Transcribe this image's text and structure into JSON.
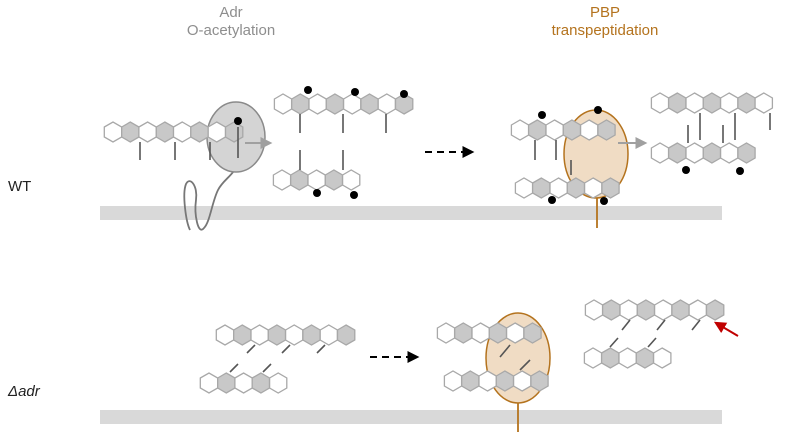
{
  "labels": {
    "adr_line1": "Adr",
    "adr_line2": "O-acetylation",
    "pbp_line1": "PBP",
    "pbp_line2": "transpeptidation",
    "wt": "WT",
    "dadr": "Δadr"
  },
  "colors": {
    "hex_outline": "#a8a8a8",
    "hex_shaded_fill": "#c8c8c8",
    "stem": "#555555",
    "membrane": "#d9d9d9",
    "adr_fill": "#d4d4d4",
    "adr_stroke": "#8a8a8a",
    "pbp_fill": "#f0dcc4",
    "pbp_stroke": "#b4731e",
    "acetyl_dot": "#000000",
    "arrow_gray": "#a0a0a0",
    "arrow_red": "#c00000",
    "label_gray": "#8e8e8e",
    "label_orange": "#b4731e",
    "label_dark": "#222222"
  },
  "icons": [
    "acetyl-group-dot",
    "adr-enzyme",
    "pbp-enzyme",
    "membrane",
    "process-arrow",
    "highlight-arrow"
  ]
}
